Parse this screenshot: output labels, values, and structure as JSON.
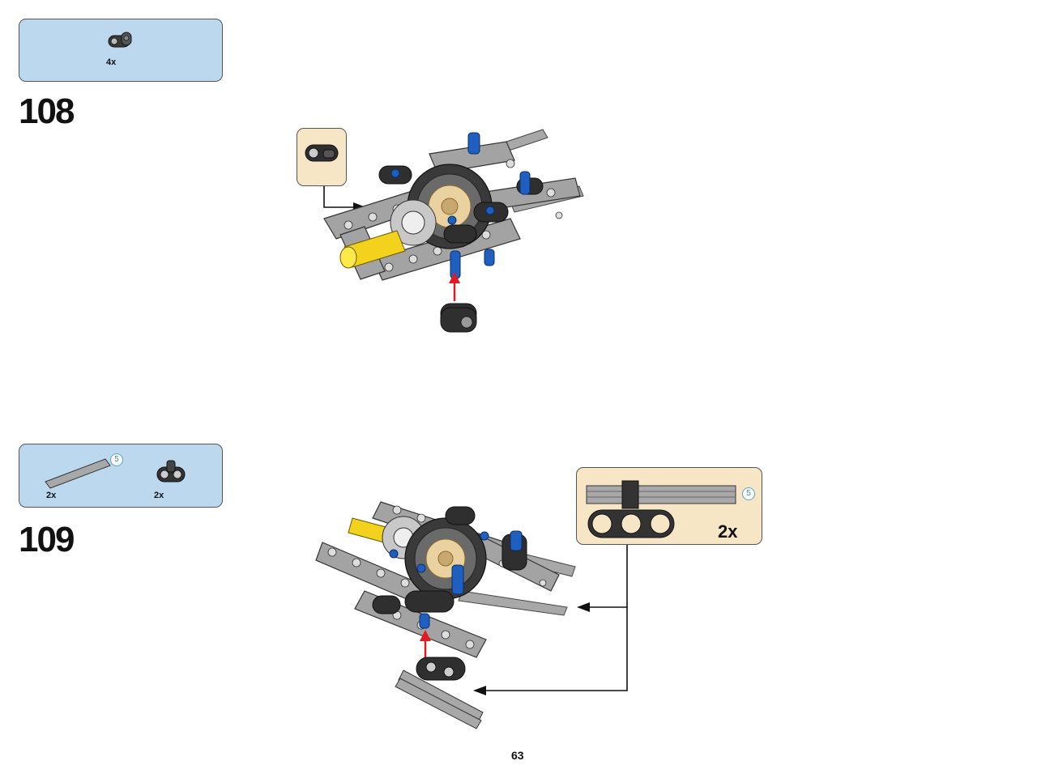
{
  "steps": [
    {
      "number": "108",
      "parts": [
        {
          "name": "pin-connector-perpendicular",
          "color": "#3a3a3a",
          "qty": "4x"
        }
      ]
    },
    {
      "number": "109",
      "parts": [
        {
          "name": "technic-axle",
          "color": "#9a9a9a",
          "qty": "2x",
          "length": "5"
        },
        {
          "name": "beam-3-with-axle-hole",
          "color": "#333333",
          "qty": "2x"
        }
      ],
      "subassembly": {
        "qty": "2x",
        "axle_length": "5"
      }
    }
  ],
  "page_number": "63",
  "colors": {
    "parts_box": "#bcd8ef",
    "subassembly_box": "#f6e6c6",
    "beam_gray": "#a3a3a3",
    "dark_part": "#2f2f2f",
    "blue_pin": "#1f5fbf",
    "yellow_axle": "#f2d21c",
    "gear_tan": "#e9d2a0",
    "arrow_red": "#e01b24"
  }
}
